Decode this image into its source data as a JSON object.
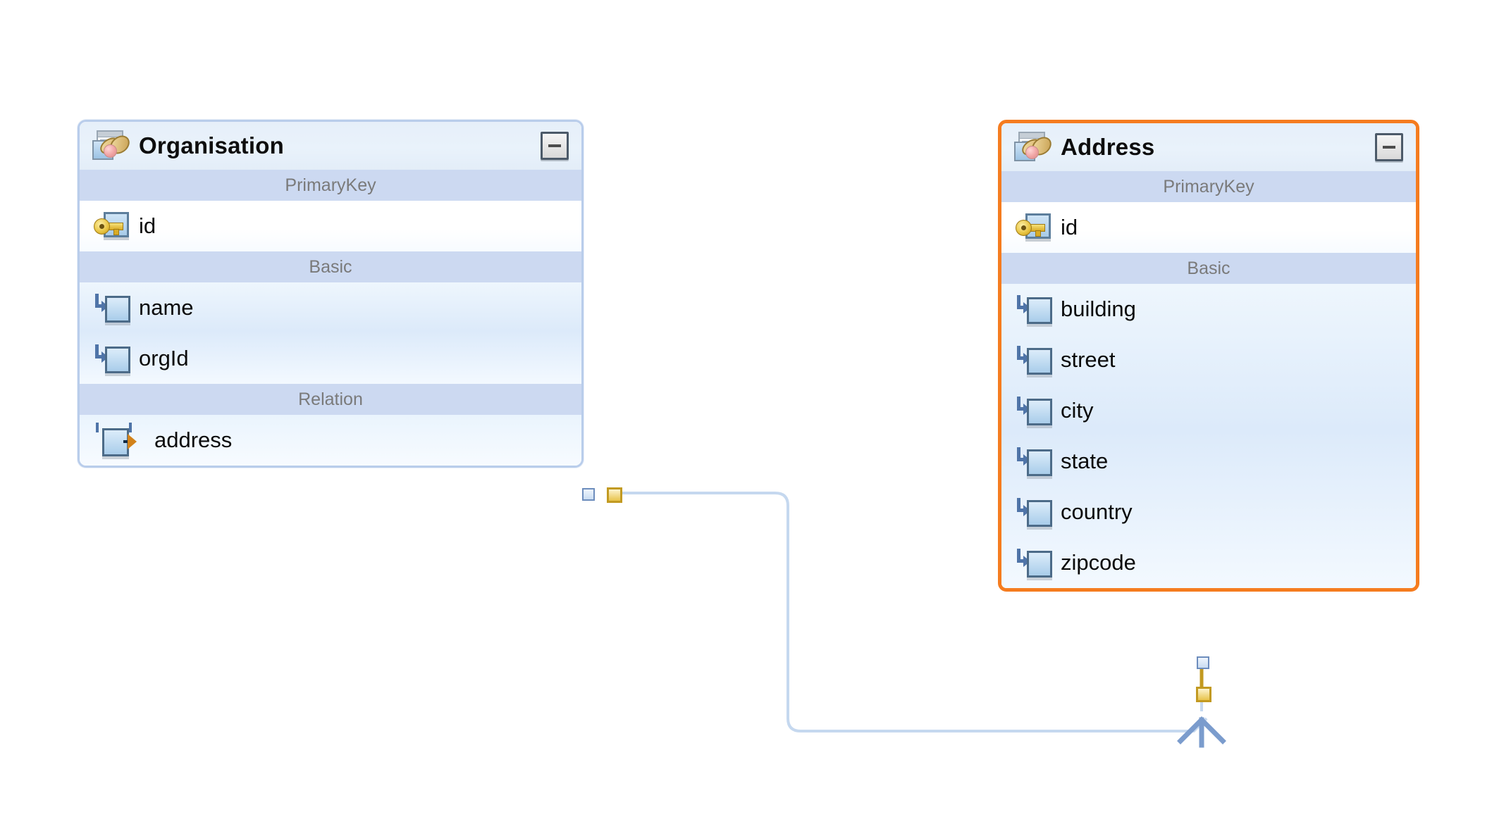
{
  "canvas": {
    "background": "#ffffff",
    "selection_color": "#f57c1f",
    "border_color": "#b9cdeb",
    "section_header_bg": "#ccd9f1",
    "section_header_text_color": "#7a7a7a",
    "connector_color": "#c5d8ef"
  },
  "entities": [
    {
      "name": "Organisation",
      "selected": false,
      "icon": "entity-icon",
      "collapse_icon": "collapse-icon",
      "sections": [
        {
          "header": "PrimaryKey",
          "attributes": [
            {
              "label": "id",
              "icon": "primary-key-icon",
              "kind": "pk"
            }
          ]
        },
        {
          "header": "Basic",
          "attributes": [
            {
              "label": "name",
              "icon": "basic-attribute-icon",
              "kind": "basic"
            },
            {
              "label": "orgId",
              "icon": "basic-attribute-icon",
              "kind": "basic"
            }
          ]
        },
        {
          "header": "Relation",
          "attributes": [
            {
              "label": "address",
              "icon": "relation-icon",
              "kind": "relation"
            }
          ]
        }
      ]
    },
    {
      "name": "Address",
      "selected": true,
      "icon": "entity-icon",
      "collapse_icon": "collapse-icon",
      "sections": [
        {
          "header": "PrimaryKey",
          "attributes": [
            {
              "label": "id",
              "icon": "primary-key-icon",
              "kind": "pk"
            }
          ]
        },
        {
          "header": "Basic",
          "attributes": [
            {
              "label": "building",
              "icon": "basic-attribute-icon",
              "kind": "basic"
            },
            {
              "label": "street",
              "icon": "basic-attribute-icon",
              "kind": "basic"
            },
            {
              "label": "city",
              "icon": "basic-attribute-icon",
              "kind": "basic"
            },
            {
              "label": "state",
              "icon": "basic-attribute-icon",
              "kind": "basic"
            },
            {
              "label": "country",
              "icon": "basic-attribute-icon",
              "kind": "basic"
            },
            {
              "label": "zipcode",
              "icon": "basic-attribute-icon",
              "kind": "basic"
            }
          ]
        }
      ]
    }
  ],
  "relationship": {
    "source_entity": "Organisation",
    "source_attribute": "address",
    "target_entity": "Address",
    "target_cardinality": "many",
    "target_notation": "crows-foot"
  }
}
